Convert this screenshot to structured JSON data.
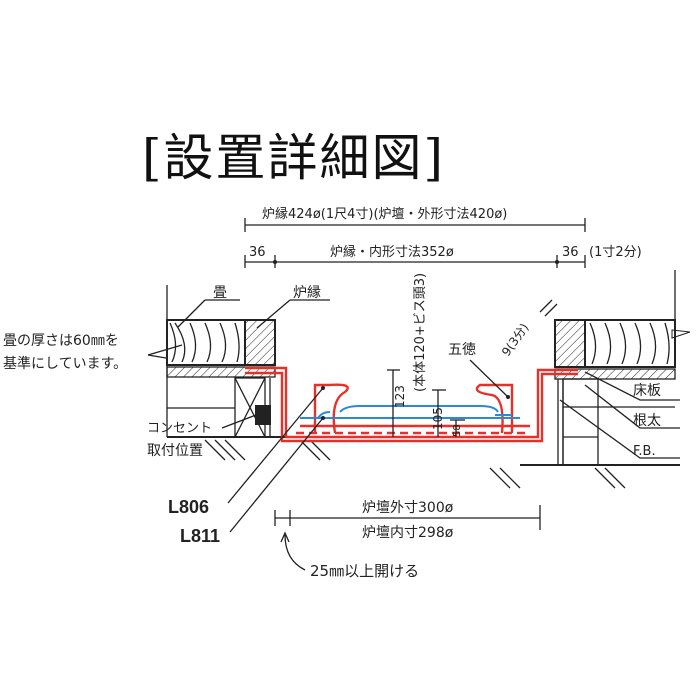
{
  "title": "[設置詳細図]",
  "dimensions": {
    "outer_rim": "炉縁424ø(1尺4寸)(炉壇・外形寸法420ø)",
    "left_36": "36",
    "inner_rim": "炉縁・内形寸法352ø",
    "right_36": "36",
    "right_note": "(1寸2分)",
    "body_height": "(本体120+ビス頭3)",
    "h123": "123",
    "h105": "105",
    "h58": "58",
    "gap9": "9(3分)",
    "hearth_outer": "炉壇外寸300ø",
    "hearth_inner": "炉壇内寸298ø",
    "clearance": "25㎜以上開ける"
  },
  "labels": {
    "tatami": "畳",
    "rim": "炉縁",
    "tatami_note_1": "畳の厚さは60㎜を",
    "tatami_note_2": "基準にしています。",
    "outlet_1": "コンセント",
    "outlet_2": "取付位置",
    "model_1": "L806",
    "model_2": "L811",
    "trivet": "五徳",
    "floorboard": "床板",
    "joist": "根太",
    "fb": "F.B."
  },
  "colors": {
    "model_l806": "#e8302a",
    "model_l811": "#2a8ad8"
  }
}
